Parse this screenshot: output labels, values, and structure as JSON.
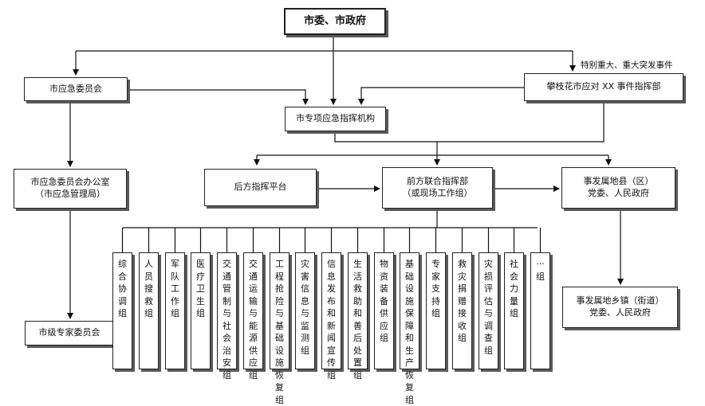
{
  "nodes": {
    "top": "市委、市政府",
    "emergency_committee": "市应急委员会",
    "event_hq": "攀枝花市应对 XX 事件指挥部",
    "special_agency": "市专项应急指挥机构",
    "committee_office": "市应急委员会办公室",
    "committee_office_sub": "（市应急管理局）",
    "expert_committee": "市级专家委员会",
    "rear_platform": "后方指挥平台",
    "front_hq": "前方联合指挥部",
    "front_hq_sub": "（或现场工作组）",
    "county": "事发属地县（区）",
    "county_sub": "党委、人民政府",
    "township": "事发属地乡镇（街道）",
    "township_sub": "党委、人民政府"
  },
  "edge_label": "特别重大、重大突发事件",
  "groups": [
    "综合协调组",
    "人员搜救组",
    "军队工作组",
    "医疗卫生组",
    "交通管制与社会治安组",
    "交通运输与能源供应组",
    "工程抢险与基础设施恢复组",
    "灾害信息与监测组",
    "信息发布和新闻宣传组",
    "生活救助和善后处置组",
    "物资装备供应组",
    "基础设施保障和生产恢复组",
    "专家支持组",
    "救灾捐赠接收组",
    "灾损评估与调查组",
    "社会力量组",
    "···组"
  ]
}
